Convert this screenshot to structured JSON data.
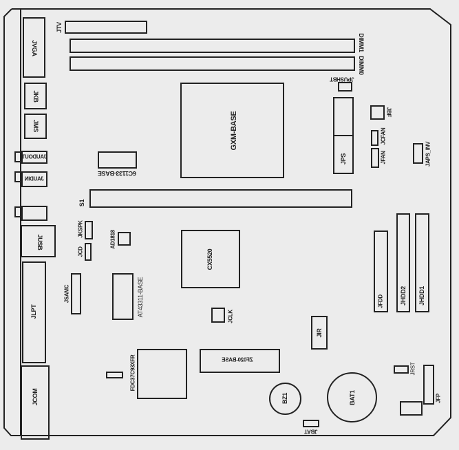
{
  "labels": {
    "jtv": "JTV",
    "dimm1": "DIMM1",
    "dimm0": "DIMM0",
    "jvga": "JVGA",
    "jkb": "JKB",
    "jms": "JMS",
    "jaudout": "JAUDOUT",
    "jaudin": "JAUDIN",
    "gxm": "GXM-BASE",
    "chip6c": "6C1133-BASE",
    "s1": "S1",
    "jusb": "JUSB",
    "jlpt": "JLPT",
    "jcom": "JCOM",
    "jkspk": "JKSPK",
    "jcd": "JCD",
    "ad1818": "AD1818",
    "jsamc": "JSAMC",
    "at43311": "AT43311-BASE",
    "cx5520": "CX5520",
    "jclk": "JCLK",
    "fdc": "FDC37C93XFR",
    "zf020": "ZF020-BASE",
    "jir": "JIR",
    "bz1": "BZ1",
    "bat1": "BAT1",
    "jbat": "JBAT",
    "jfdd": "JFDD",
    "jhdd2": "JHDD2",
    "jhdd1": "JHDD1",
    "jrst": "JRST",
    "jfp": "JFP",
    "jpushbt": "JPUSHBT",
    "jps": "JPS",
    "jbf": "JBF",
    "jcfan": "JCFAN",
    "jfan": "JFAN",
    "japs_inv": "JAPS_INV"
  }
}
